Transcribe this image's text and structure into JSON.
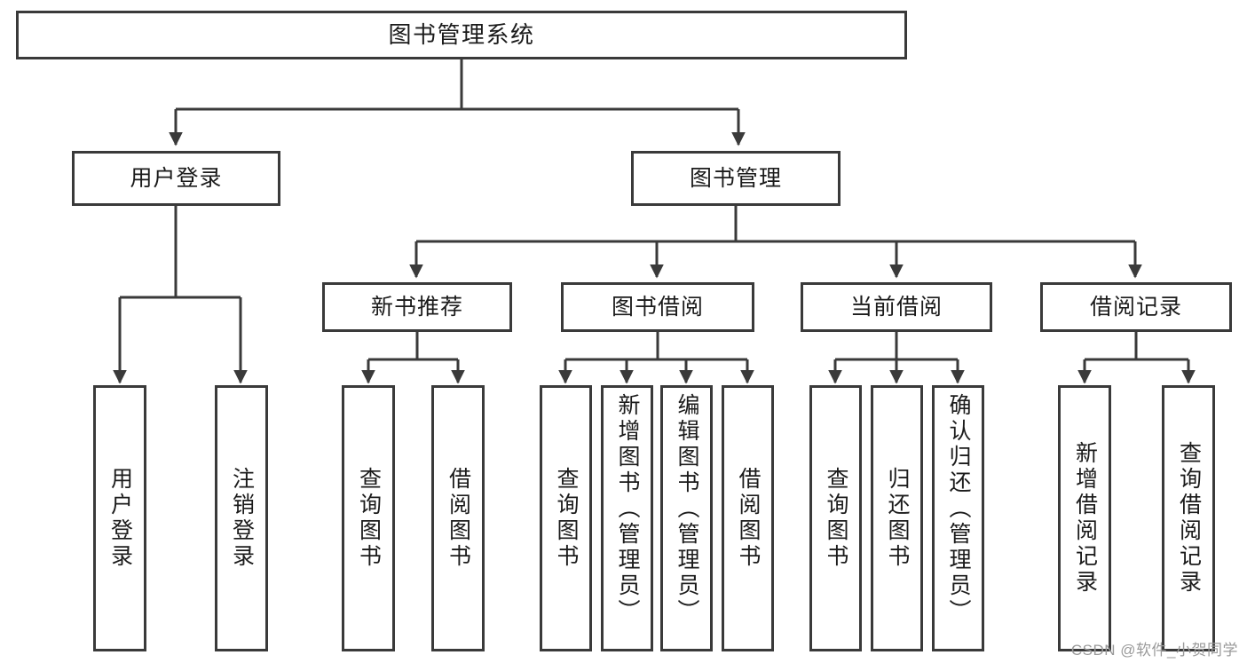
{
  "diagram": {
    "title": "图书管理系统",
    "type": "tree",
    "watermark": "CSDN @软件_小贺同学",
    "colors": {
      "border": "#3a3a3a",
      "background": "#ffffff",
      "text": "#1b1b1b",
      "edge": "#3a3a3a",
      "watermark": "#9a9a9a"
    },
    "nodes": {
      "root": {
        "label": "图书管理系统"
      },
      "level2": [
        {
          "label": "用户登录"
        },
        {
          "label": "图书管理"
        }
      ],
      "level3": [
        {
          "label": "新书推荐"
        },
        {
          "label": "图书借阅"
        },
        {
          "label": "当前借阅"
        },
        {
          "label": "借阅记录"
        }
      ],
      "leaves_user_login": [
        {
          "label": "用户登录"
        },
        {
          "label": "注销登录"
        }
      ],
      "leaves_new_book": [
        {
          "label": "查询图书"
        },
        {
          "label": "借阅图书"
        }
      ],
      "leaves_borrow": [
        {
          "label": "查询图书"
        },
        {
          "label": "新增图书（管理员）"
        },
        {
          "label": "编辑图书（管理员）"
        },
        {
          "label": "借阅图书"
        }
      ],
      "leaves_current": [
        {
          "label": "查询图书"
        },
        {
          "label": "归还图书"
        },
        {
          "label": "确认归还（管理员）"
        }
      ],
      "leaves_records": [
        {
          "label": "新增借阅记录"
        },
        {
          "label": "查询借阅记录"
        }
      ]
    }
  }
}
